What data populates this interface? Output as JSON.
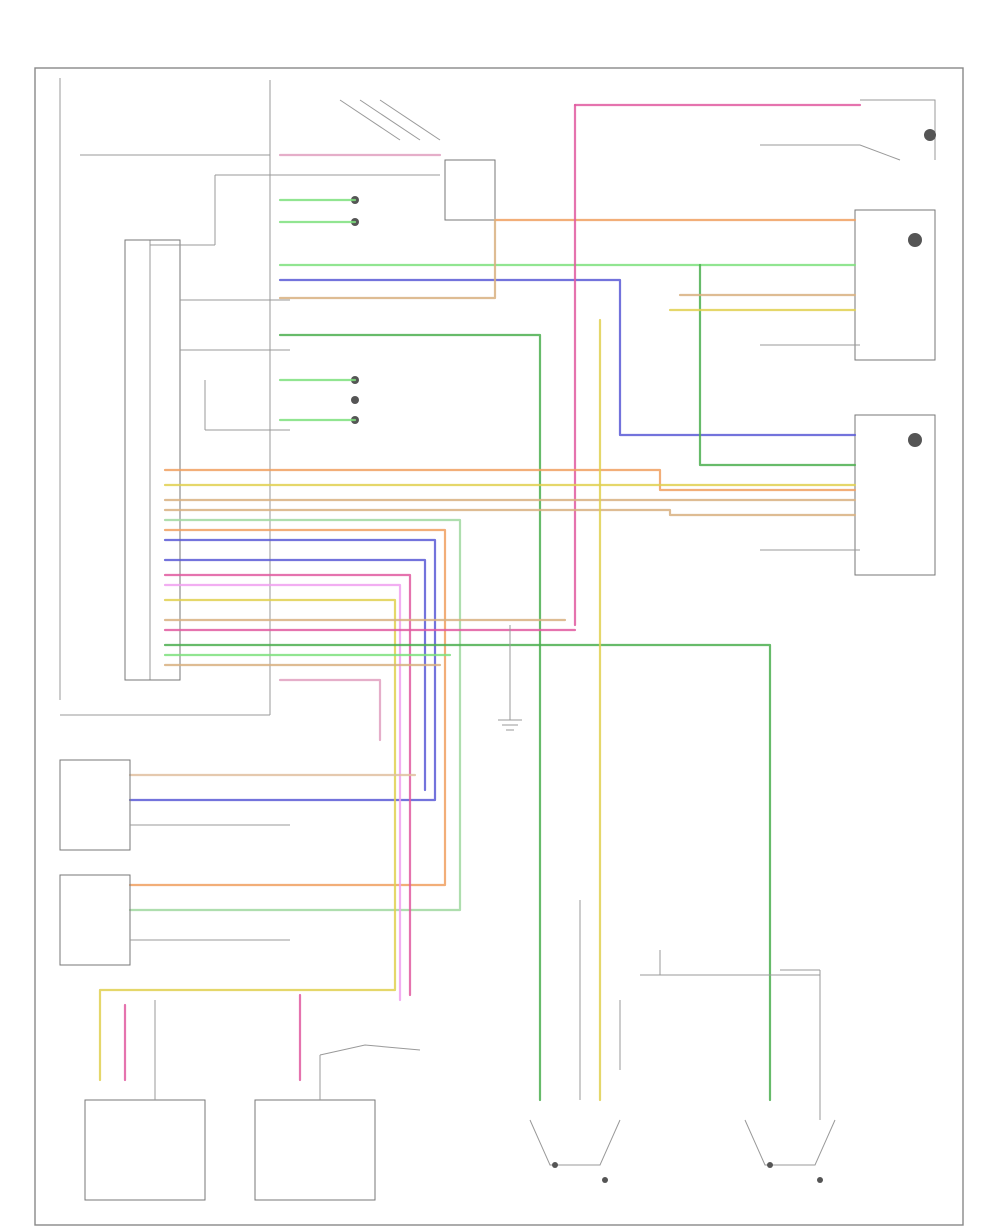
{
  "colors": {
    "green": "#4caf50",
    "light_green": "#7ee07e",
    "blue": "#5b5bd6",
    "pink": "#e05aa0",
    "orange": "#f0a060",
    "yellow": "#e0d050",
    "tan": "#d8b080",
    "grey": "#999999",
    "frame": "#888888"
  },
  "diagram": {
    "page_footer": "",
    "blocks": [
      {
        "id": "control-unit-left",
        "label": ""
      },
      {
        "id": "top-connector",
        "label": ""
      },
      {
        "id": "door-lock-actuator-front-left",
        "label": ""
      },
      {
        "id": "door-lock-actuator-front-right",
        "label": ""
      },
      {
        "id": "door-unit-rear-left",
        "label": ""
      },
      {
        "id": "door-unit-rear-right",
        "label": ""
      },
      {
        "id": "switch-bottom-left",
        "label": ""
      },
      {
        "id": "switch-bottom-right",
        "label": ""
      }
    ]
  }
}
